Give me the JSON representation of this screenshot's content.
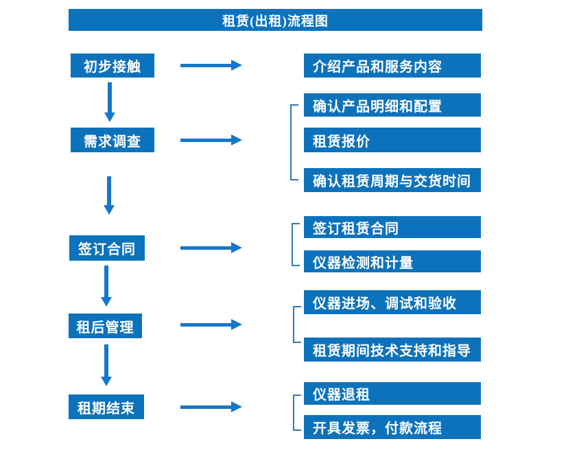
{
  "title": "租赁(出租)流程图",
  "colors": {
    "box_blue": "#0D72BC",
    "arrow_blue": "#1577C8",
    "bracket_blue": "#3477B5",
    "text": "#FFFFFF",
    "background": "#FFFFFF"
  },
  "stages": [
    {
      "label": "初步接触",
      "details": [
        "介绍产品和服务内容"
      ]
    },
    {
      "label": "需求调查",
      "details": [
        "确认产品明细和配置",
        "租赁报价",
        "确认租赁周期与交货时间"
      ]
    },
    {
      "label": "签订合同",
      "details": [
        "签订租赁合同",
        "仪器检测和计量"
      ]
    },
    {
      "label": "租后管理",
      "details": [
        "仪器进场、调试和验收",
        "租赁期间技术支持和指导"
      ]
    },
    {
      "label": "租期结束",
      "details": [
        "仪器退租",
        "开具发票，付款流程"
      ]
    }
  ]
}
